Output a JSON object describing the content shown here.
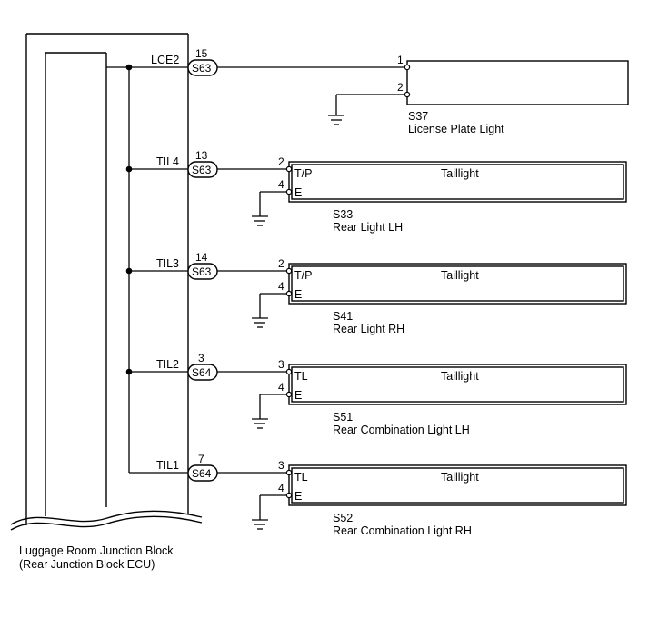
{
  "junction_block": {
    "name_line1": "Luggage Room Junction Block",
    "name_line2": "(Rear Junction Block ECU)"
  },
  "circuits": [
    {
      "terminal": "LCE2",
      "pin": "15",
      "connector": "S63"
    },
    {
      "terminal": "TIL4",
      "pin": "13",
      "connector": "S63"
    },
    {
      "terminal": "TIL3",
      "pin": "14",
      "connector": "S63"
    },
    {
      "terminal": "TIL2",
      "pin": "3",
      "connector": "S64"
    },
    {
      "terminal": "TIL1",
      "pin": "7",
      "connector": "S64"
    }
  ],
  "license_plate_light": {
    "code": "S37",
    "name": "License Plate Light",
    "pin_in": "1",
    "pin_gnd": "2"
  },
  "lights": [
    {
      "code": "S33",
      "name": "Rear Light LH",
      "pin_in": "2",
      "term_in": "T/P",
      "pin_gnd": "4",
      "term_gnd": "E",
      "title": "Taillight"
    },
    {
      "code": "S41",
      "name": "Rear Light RH",
      "pin_in": "2",
      "term_in": "T/P",
      "pin_gnd": "4",
      "term_gnd": "E",
      "title": "Taillight"
    },
    {
      "code": "S51",
      "name": "Rear Combination Light LH",
      "pin_in": "3",
      "term_in": "TL",
      "pin_gnd": "4",
      "term_gnd": "E",
      "title": "Taillight"
    },
    {
      "code": "S52",
      "name": "Rear Combination Light RH",
      "pin_in": "3",
      "term_in": "TL",
      "pin_gnd": "4",
      "term_gnd": "E",
      "title": "Taillight"
    }
  ]
}
